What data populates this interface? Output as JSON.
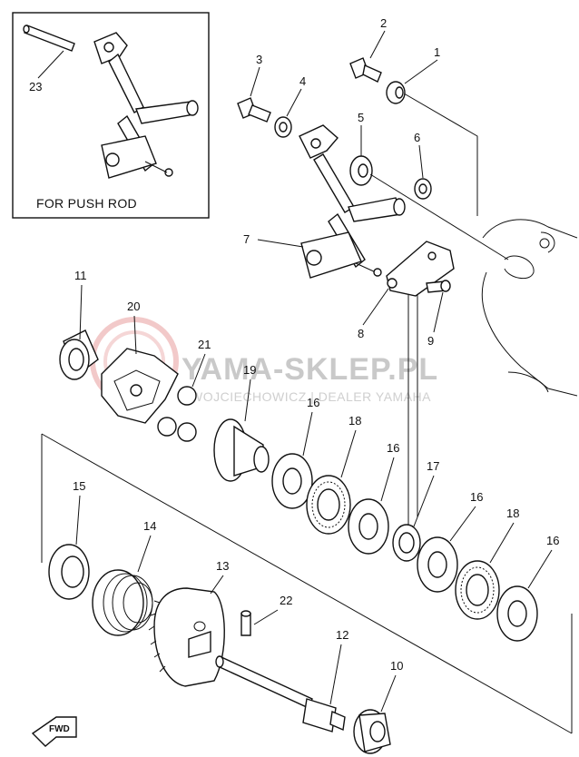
{
  "inset": {
    "caption": "FOR PUSH ROD",
    "part": "23"
  },
  "watermark": {
    "brand": "YAMA-SKLEP.PL",
    "subtitle": "WOJCIECHOWICZ | DEALER YAMAHA"
  },
  "fwd_label": "FWD",
  "labels": {
    "p1": "1",
    "p2": "2",
    "p3": "3",
    "p4": "4",
    "p5": "5",
    "p6": "6",
    "p7": "7",
    "p8": "8",
    "p9": "9",
    "p10": "10",
    "p11": "11",
    "p12": "12",
    "p13": "13",
    "p14": "14",
    "p15": "15",
    "p16a": "16",
    "p16b": "16",
    "p16c": "16",
    "p16d": "16",
    "p17": "17",
    "p18a": "18",
    "p18b": "18",
    "p19": "19",
    "p20": "20",
    "p21": "21",
    "p22": "22"
  }
}
